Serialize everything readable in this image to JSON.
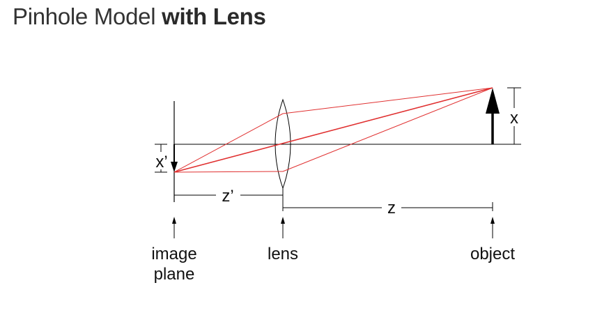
{
  "title": {
    "part1": "Pinhole Model ",
    "part2": "with Lens"
  },
  "labels": {
    "x": "x",
    "x_prime": "x’",
    "z_prime": "z’",
    "z": "z",
    "image_plane_line1": "image",
    "image_plane_line2": "plane",
    "lens": "lens",
    "object": "object"
  },
  "colors": {
    "ray": "#e03030",
    "line": "#000000",
    "text": "#111111"
  }
}
